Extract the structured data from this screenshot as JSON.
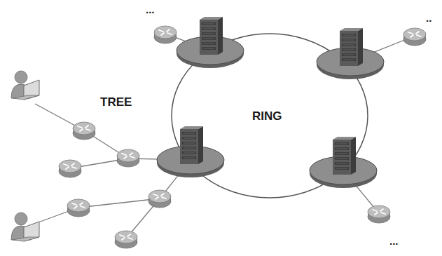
{
  "diagram": {
    "labels": [
      "TREE",
      "RING",
      "...",
      "..",
      "..."
    ]
  }
}
